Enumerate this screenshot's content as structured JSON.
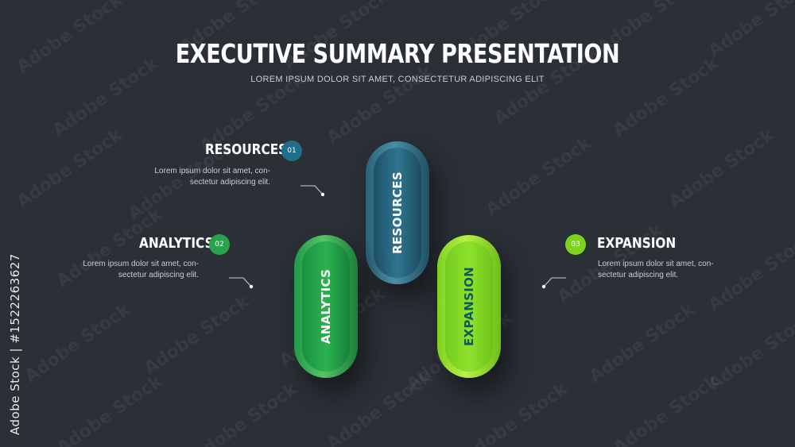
{
  "header": {
    "title": "EXECUTIVE SUMMARY PRESENTATION",
    "subtitle": "LOREM IPSUM DOLOR SIT AMET, CONSECTETUR ADIPISCING ELIT"
  },
  "watermark": {
    "text": "Adobe Stock",
    "side_id": "Adobe Stock | #1522263627"
  },
  "items": [
    {
      "title": "RESOURCES",
      "number": "01",
      "desc_line1": "Lorem ipsum dolor sit amet, con-",
      "desc_line2": "sectetur adipiscing elit.",
      "pill_label": "RESOURCES",
      "badge_color": "#1f6f8b"
    },
    {
      "title": "ANALYTICS",
      "number": "02",
      "desc_line1": "Lorem ipsum dolor sit amet, con-",
      "desc_line2": "sectetur adipiscing elit.",
      "pill_label": "ANALYTICS",
      "badge_color": "#27a349"
    },
    {
      "title": "EXPANSION",
      "number": "03",
      "desc_line1": "Lorem ipsum dolor sit amet, con-",
      "desc_line2": "sectetur adipiscing elit.",
      "pill_label": "EXPANSION",
      "badge_color": "#7ed321"
    }
  ]
}
